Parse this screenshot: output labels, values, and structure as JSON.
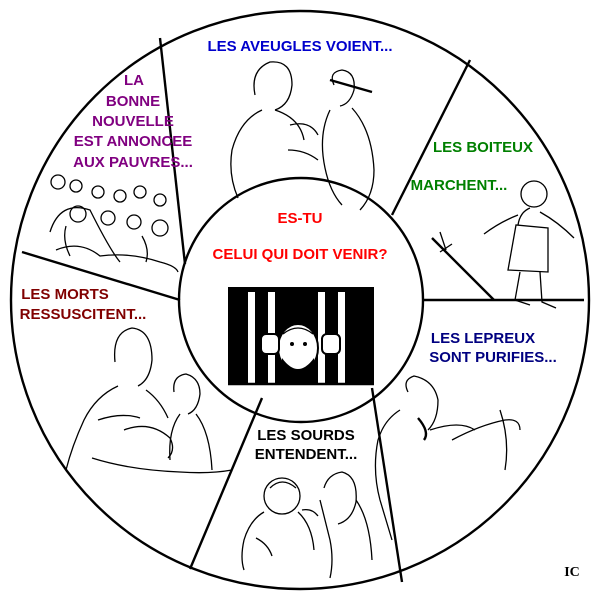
{
  "center": {
    "line1": "ES-TU",
    "line2": "CELUI QUI DOIT VENIR?",
    "color": "#ff0000"
  },
  "segments": [
    {
      "id": "aveugles",
      "lines": [
        "LES AVEUGLES VOIENT..."
      ],
      "color": "#0000cc"
    },
    {
      "id": "boiteux",
      "lines": [
        "LES BOITEUX",
        "MARCHENT..."
      ],
      "color": "#008000"
    },
    {
      "id": "lepreux",
      "lines": [
        "LES LEPREUX",
        "SONT PURIFIES..."
      ],
      "color": "#000080"
    },
    {
      "id": "sourds",
      "lines": [
        "LES SOURDS",
        "ENTENDENT..."
      ],
      "color": "#000000"
    },
    {
      "id": "morts",
      "lines": [
        "LES MORTS",
        "RESSUSCITENT..."
      ],
      "color": "#800000"
    },
    {
      "id": "pauvres",
      "lines": [
        "LA",
        "BONNE",
        "NOUVELLE",
        "EST ANNONCEE",
        "AUX PAUVRES..."
      ],
      "color": "#800080"
    }
  ],
  "credit": "IC"
}
